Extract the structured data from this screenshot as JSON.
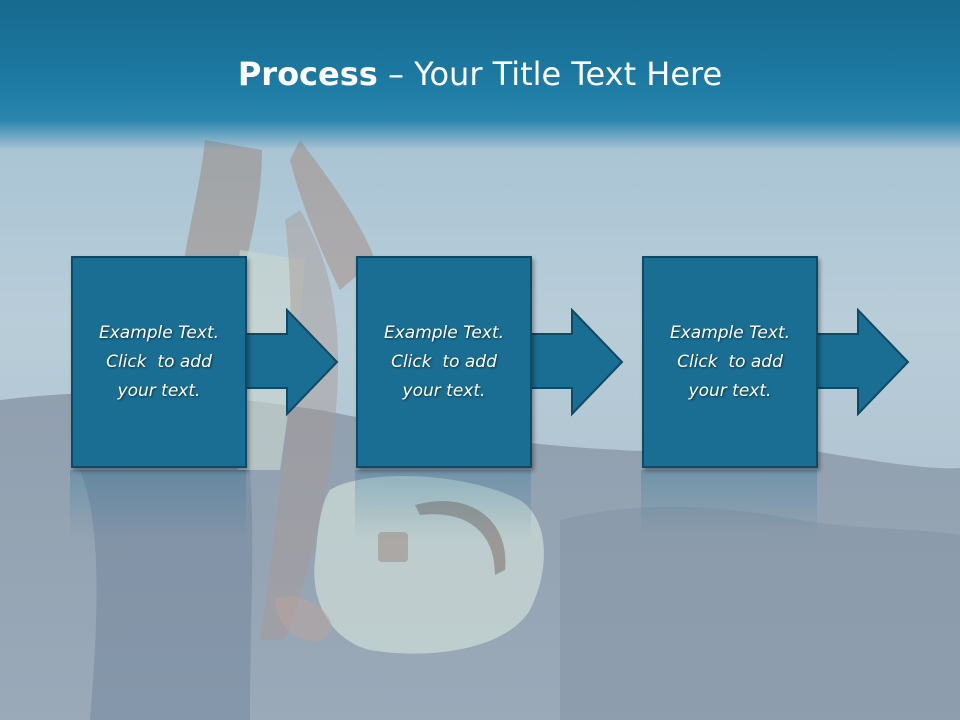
{
  "slide": {
    "title_bold": "Process",
    "title_rest": " – Your Title Text Here",
    "steps": [
      {
        "line1": "Example Text.",
        "line2": "Click  to add",
        "line3": "your text."
      },
      {
        "line1": "Example Text.",
        "line2": "Click  to add",
        "line3": "your text."
      },
      {
        "line1": "Example Text.",
        "line2": "Click  to add",
        "line3": "your text."
      }
    ]
  },
  "colors": {
    "header": "#1d7aa3",
    "box_fill": "#1a6e93",
    "box_border": "#0e4a66",
    "text": "#ffffff"
  }
}
